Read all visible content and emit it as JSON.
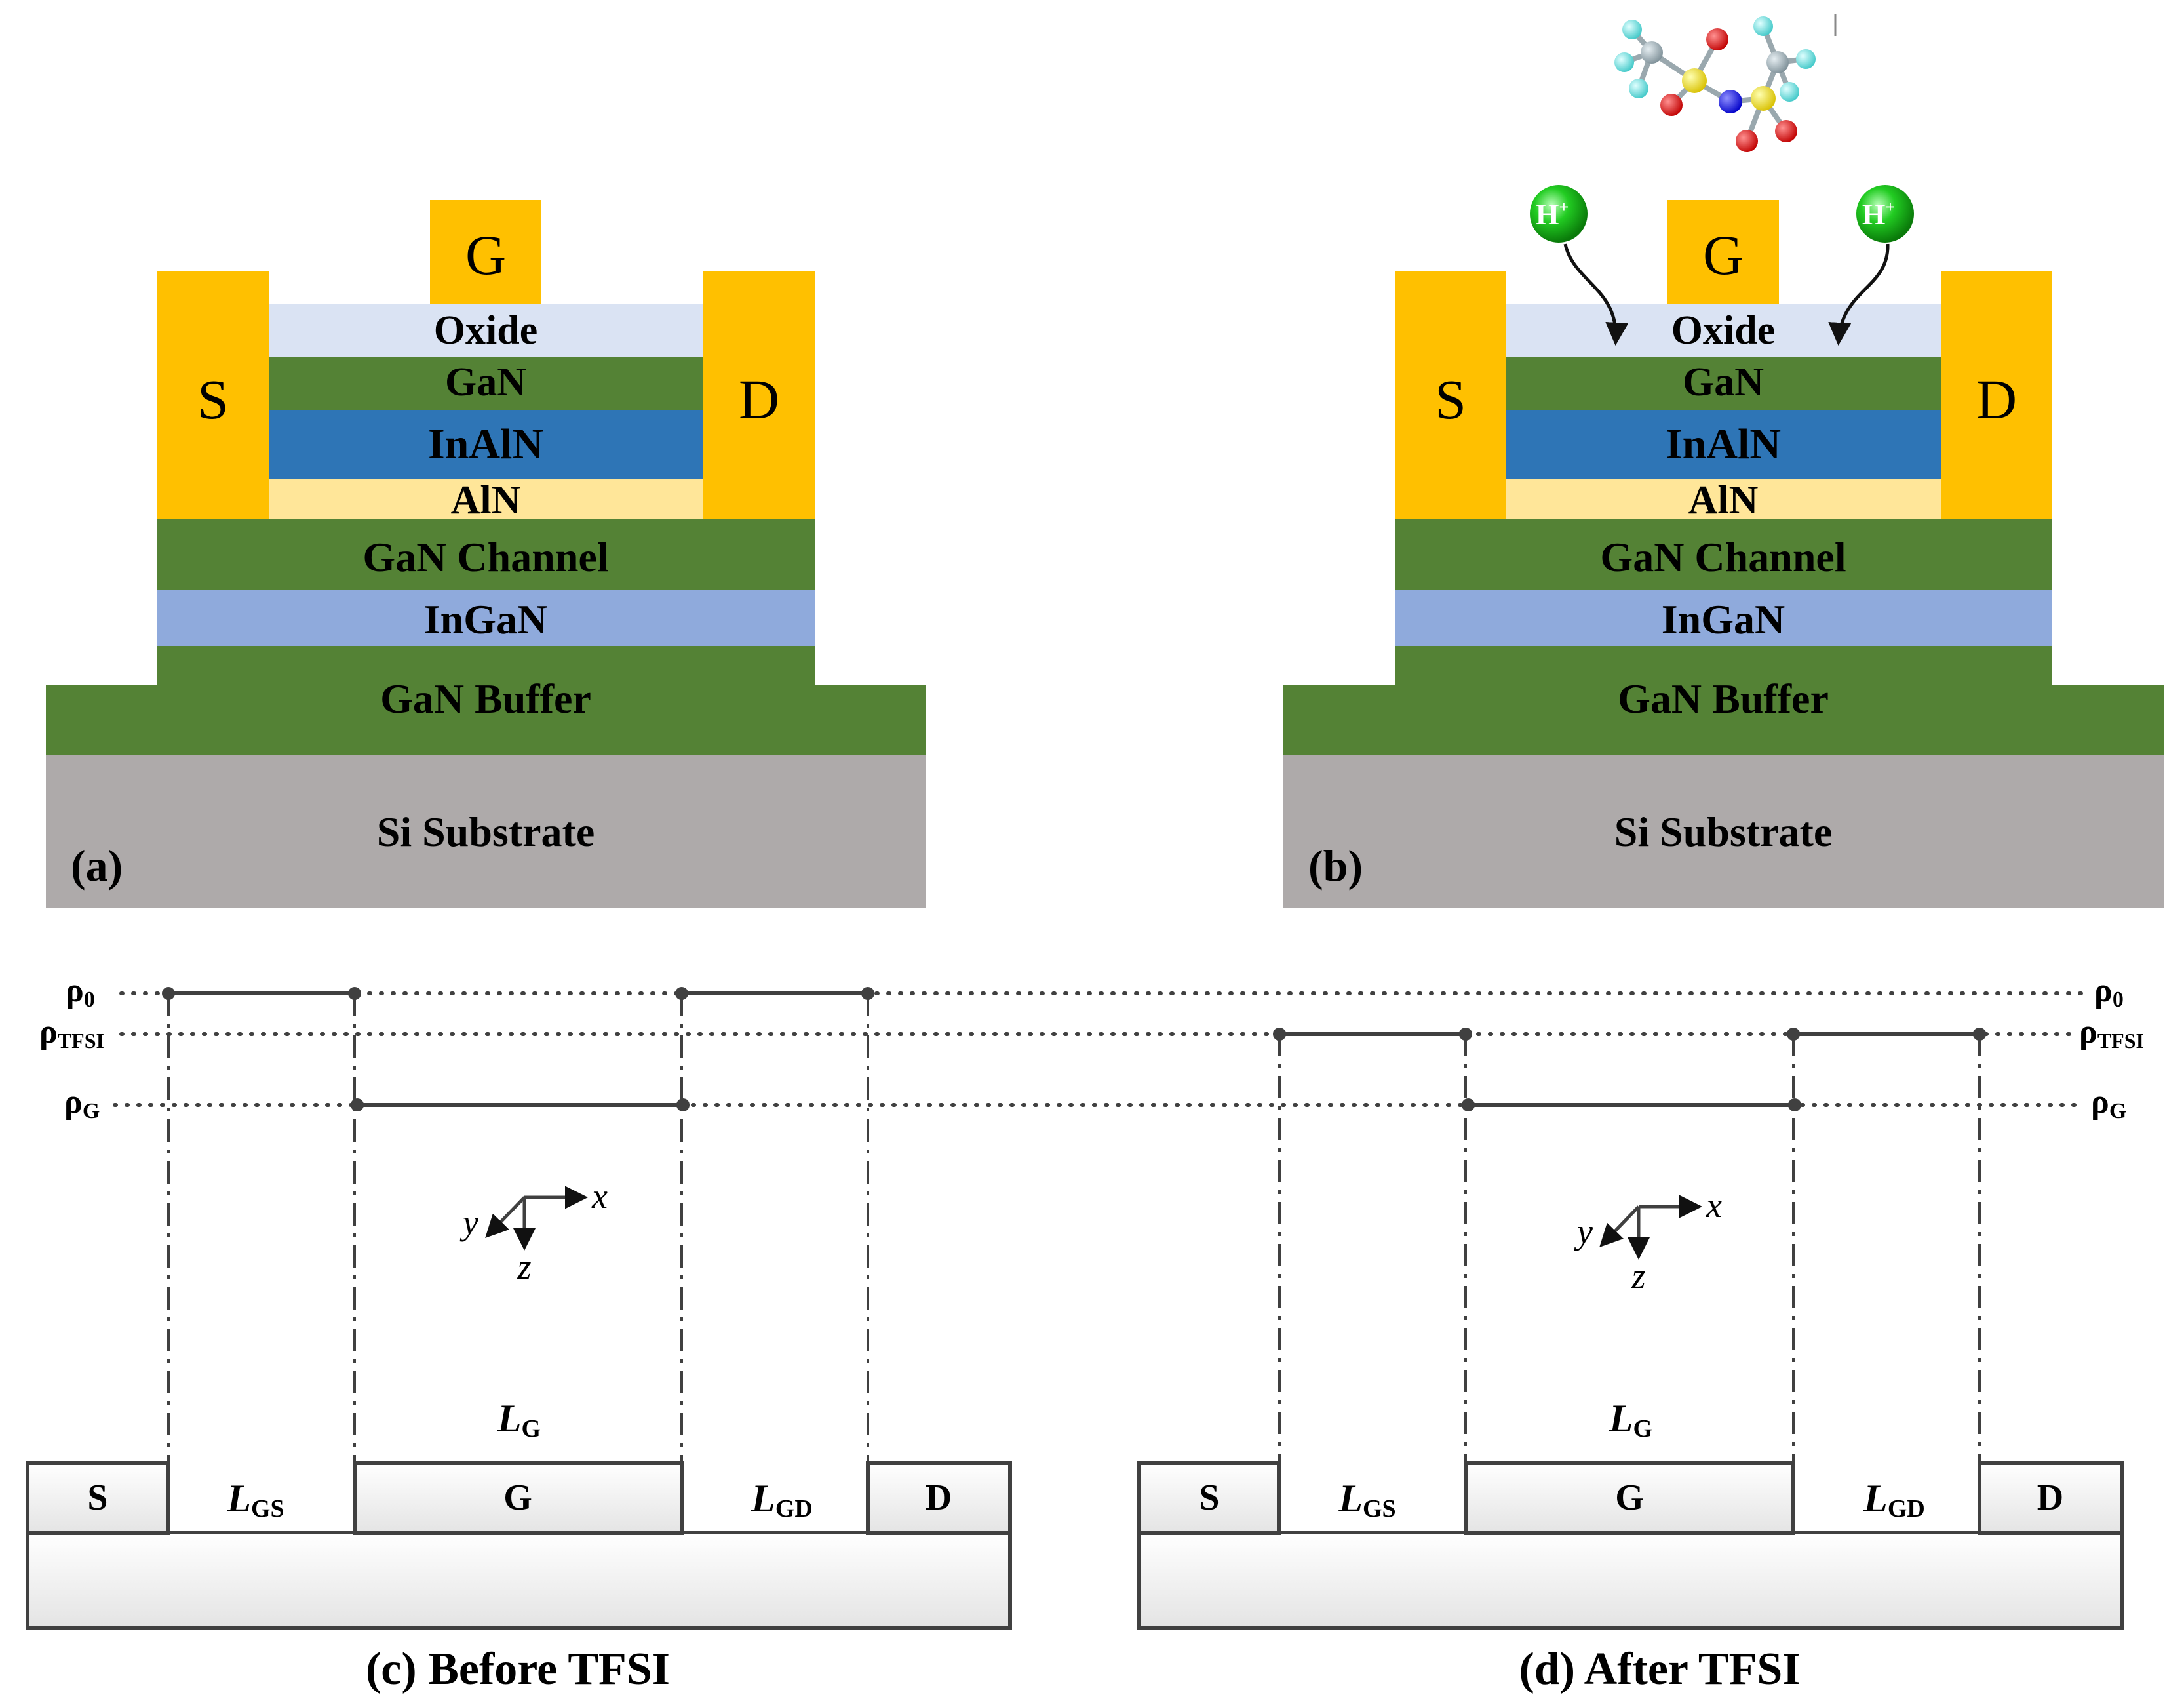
{
  "colors": {
    "contact": "#FFC000",
    "oxide": "#DAE3F3",
    "gan": "#548235",
    "inaln": "#2E75B6",
    "aln": "#FFE699",
    "ingan": "#8FAADC",
    "substrate": "#AEAAAA",
    "ion_green": "#13B913",
    "line": "#404040"
  },
  "panel_a": {
    "tag": "(a)",
    "gate": "G",
    "source": "S",
    "drain": "D",
    "layers": {
      "oxide": "Oxide",
      "gan": "GaN",
      "inaln": "InAlN",
      "aln": "AlN",
      "channel": "GaN Channel",
      "ingan": "InGaN",
      "buffer": "GaN Buffer",
      "substrate": "Si Substrate"
    }
  },
  "panel_b": {
    "tag": "(b)",
    "gate": "G",
    "source": "S",
    "drain": "D",
    "ion": "H",
    "ion_charge": "+",
    "molecule_icon": "tfsi-molecule-icon",
    "layers": {
      "oxide": "Oxide",
      "gan": "GaN",
      "inaln": "InAlN",
      "aln": "AlN",
      "channel": "GaN Channel",
      "ingan": "InGaN",
      "buffer": "GaN Buffer",
      "substrate": "Si Substrate"
    }
  },
  "levels": {
    "rho": "ρ",
    "rho0_sub": "0",
    "rhotfsi_sub": "TFSI",
    "rhog_sub": "G"
  },
  "panel_c": {
    "caption": "(c) Before TFSI",
    "s": "S",
    "g": "G",
    "d": "D",
    "L": "L",
    "lgs_sub": "GS",
    "lg_sub": "G",
    "lgd_sub": "GD",
    "axis_x": "x",
    "axis_y": "y",
    "axis_z": "z"
  },
  "panel_d": {
    "caption": "(d) After TFSI",
    "s": "S",
    "g": "G",
    "d": "D",
    "L": "L",
    "lgs_sub": "GS",
    "lg_sub": "G",
    "lgd_sub": "GD",
    "axis_x": "x",
    "axis_y": "y",
    "axis_z": "z"
  }
}
